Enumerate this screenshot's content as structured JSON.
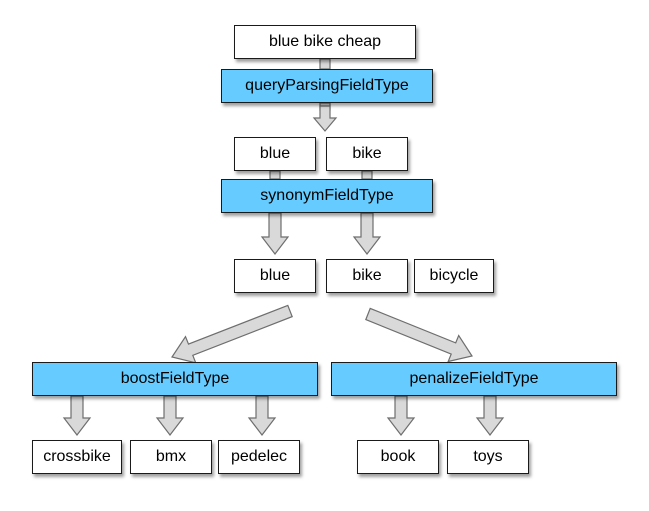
{
  "colors": {
    "field_fill": "#66ccff",
    "term_fill": "#ffffff",
    "stroke": "#1a1a1a",
    "arrow_fill": "#d9d9d9",
    "arrow_stroke": "#6e6e6e"
  },
  "boxes": {
    "query": "blue bike cheap",
    "query_parsing_type": "queryParsingFieldType",
    "term_blue_1": "blue",
    "term_bike_1": "bike",
    "synonym_type": "synonymFieldType",
    "term_blue_2": "blue",
    "term_bike_2": "bike",
    "term_bicycle": "bicycle",
    "boost_type": "boostFieldType",
    "penalize_type": "penalizeFieldType",
    "term_crossbike": "crossbike",
    "term_bmx": "bmx",
    "term_pedelec": "pedelec",
    "term_book": "book",
    "term_toys": "toys"
  }
}
